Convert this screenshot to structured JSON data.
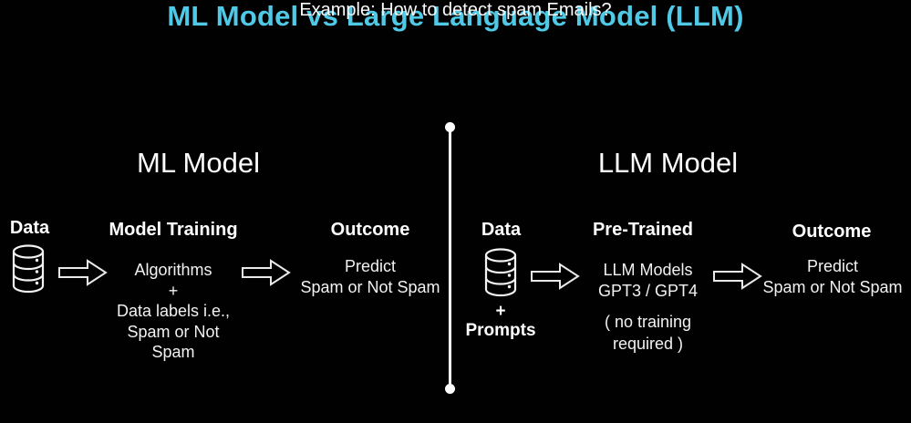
{
  "page": {
    "title": "ML Model vs Large Language Model (LLM)",
    "subtitle": "Example: How to detect spam Emails?",
    "title_color": "#4fc9e6",
    "background_color": "#000000",
    "divider_color": "#ffffff"
  },
  "left": {
    "heading": "ML Model",
    "data": {
      "label": "Data",
      "icon": "database-cylinder-icon"
    },
    "training": {
      "header": "Model Training",
      "body": "Algorithms\n+\nData labels i.e.,\nSpam or Not\nSpam"
    },
    "outcome": {
      "header": "Outcome",
      "body": "Predict\nSpam or Not Spam"
    }
  },
  "right": {
    "heading": "LLM Model",
    "data": {
      "label": "Data",
      "sub_label": "+\nPrompts",
      "icon": "database-cylinder-icon"
    },
    "pretrained": {
      "header": "Pre-Trained",
      "body": "LLM Models\nGPT3 / GPT4",
      "note": "( no training\nrequired )"
    },
    "outcome": {
      "header": "Outcome",
      "body": "Predict\nSpam or Not Spam"
    }
  },
  "icons": {
    "arrow": "right-block-arrow-icon",
    "database": "database-cylinder-icon"
  }
}
